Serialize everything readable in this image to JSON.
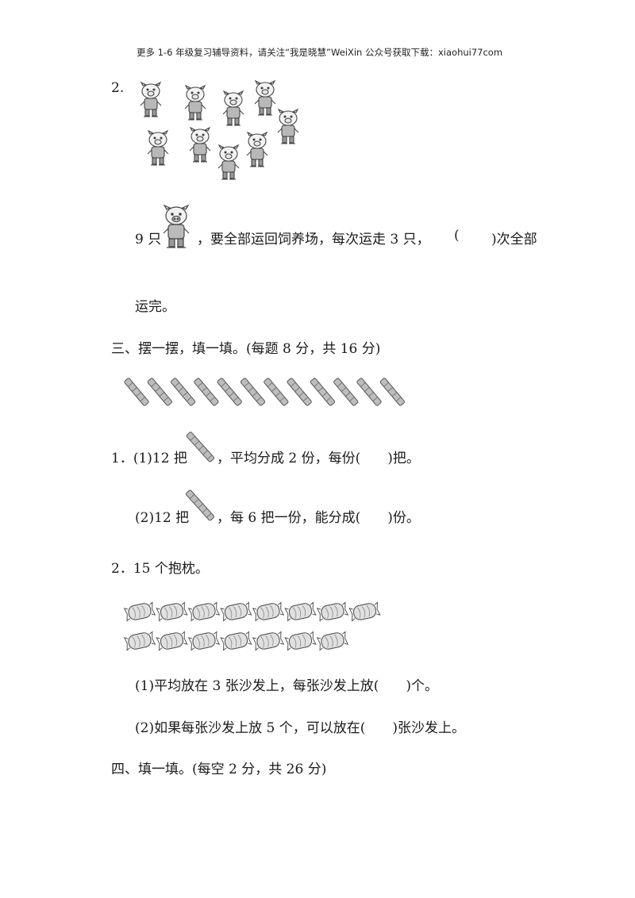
{
  "header": {
    "text": "更多 1-6 年级复习辅导资料，请关注“我是晓慧”WeiXin 公众号获取下载：xiaohui77com"
  },
  "part2": {
    "q2_number": "2.",
    "pig_count_pictured": 9,
    "line1_prefix": "9 只",
    "line1_mid": "，要全部运回饲养场，每次运走 3 只，",
    "blank_open": "(",
    "blank_close": ")次全部",
    "line2": "运完。"
  },
  "section3": {
    "title": "三、摆一摆，填一填。(每题 8 分，共 16 分)",
    "sticks_pictured": 12,
    "q1_prefix": "1．(1)12 把",
    "q1_rest": "，平均分成 2 份，每份(　　)把。",
    "q1b_prefix": "(2)12 把",
    "q1b_rest": "，每 6 把一份，能分成(　　)份。",
    "q2_title": "2．15 个抱枕。",
    "pillows_pictured": 15,
    "q2a": "(1)平均放在 3 张沙发上，每张沙发上放(　　)个。",
    "q2b": "(2)如果每张沙发上放 5 个，可以放在(　　)张沙发上。"
  },
  "section4": {
    "title": "四、填一填。(每空 2 分，共 26 分)"
  },
  "icons": {
    "pig": "pig-figure-icon",
    "stick": "bamboo-stick-icon",
    "pillow": "pillow-icon"
  }
}
